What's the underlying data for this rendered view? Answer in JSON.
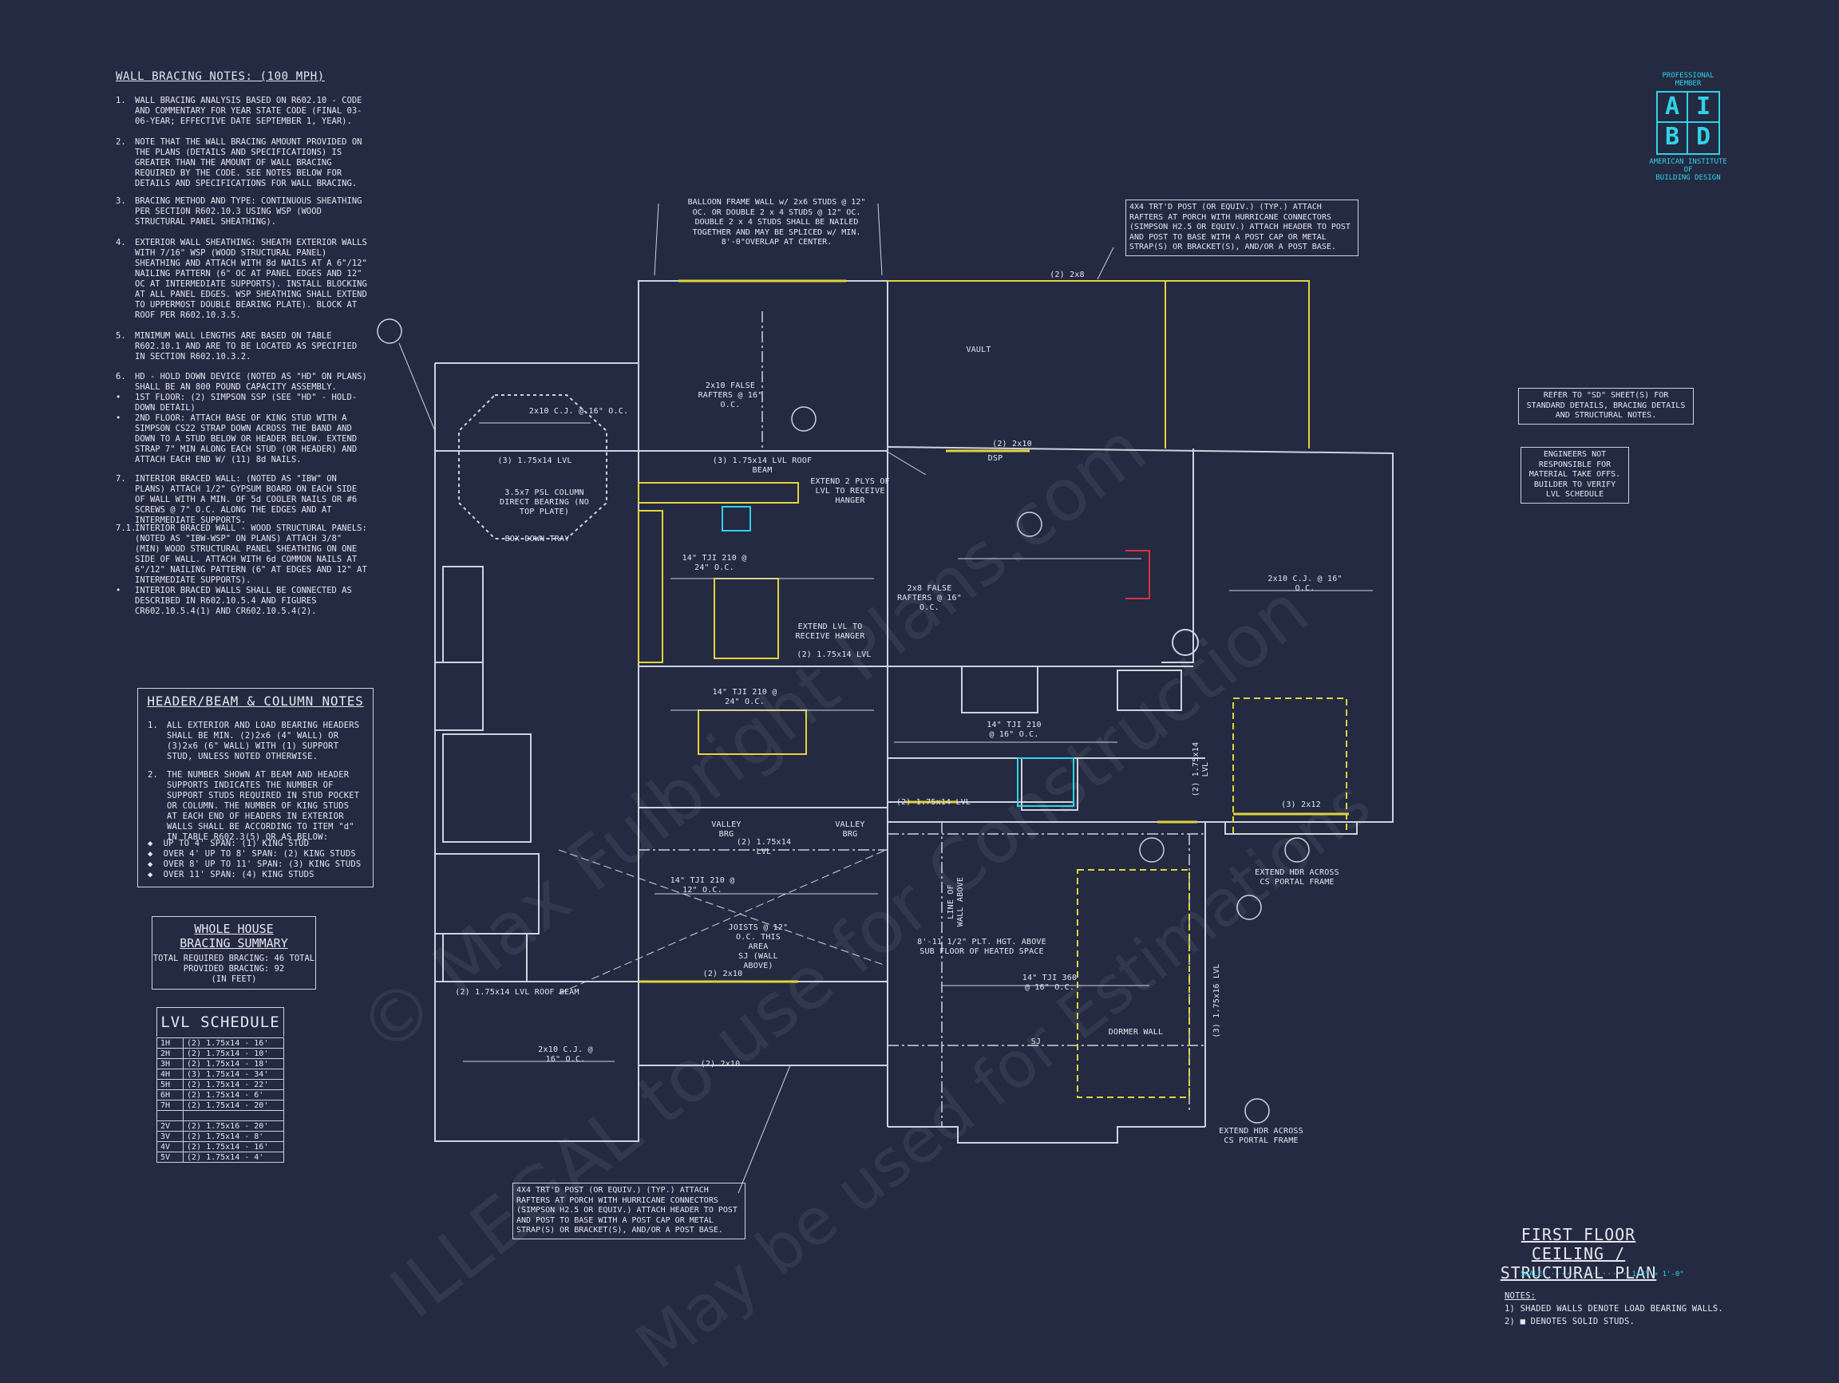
{
  "wall_bracing": {
    "title": "WALL BRACING NOTES: (100 MPH)",
    "notes": [
      {
        "n": "1.",
        "text": "WALL BRACING ANALYSIS BASED ON R602.10 - CODE AND COMMENTARY FOR YEAR STATE CODE (FINAL 03-06-YEAR; EFFECTIVE DATE SEPTEMBER 1, YEAR)."
      },
      {
        "n": "2.",
        "text": "NOTE THAT THE WALL BRACING AMOUNT PROVIDED ON THE PLANS (DETAILS AND SPECIFICATIONS) IS GREATER THAN THE AMOUNT OF WALL BRACING REQUIRED BY THE CODE. SEE NOTES BELOW FOR DETAILS AND SPECIFICATIONS FOR WALL BRACING."
      },
      {
        "n": "3.",
        "text": "BRACING METHOD AND TYPE: CONTINUOUS SHEATHING PER SECTION R602.10.3 USING WSP (WOOD STRUCTURAL PANEL SHEATHING)."
      },
      {
        "n": "4.",
        "text": "EXTERIOR WALL SHEATHING: SHEATH EXTERIOR WALLS WITH 7/16\" WSP (WOOD STRUCTURAL PANEL) SHEATHING AND ATTACH WITH 8d NAILS AT A 6\"/12\" NAILING PATTERN (6\" OC AT PANEL EDGES AND 12\" OC AT INTERMEDIATE SUPPORTS). INSTALL BLOCKING AT ALL PANEL EDGES. WSP SHEATHING SHALL EXTEND TO UPPERMOST DOUBLE BEARING PLATE). BLOCK AT ROOF PER R602.10.3.5."
      },
      {
        "n": "5.",
        "text": "MINIMUM WALL LENGTHS ARE BASED ON TABLE R602.10.1 AND ARE TO BE LOCATED AS SPECIFIED IN SECTION R602.10.3.2."
      },
      {
        "n": "6.",
        "text": "HD - HOLD DOWN DEVICE (NOTED AS \"HD\" ON PLANS) SHALL BE AN 800 POUND CAPACITY ASSEMBLY."
      },
      {
        "n": "•",
        "text": "1ST FLOOR: (2) SIMPSON SSP (SEE \"HD\" - HOLD-DOWN DETAIL)"
      },
      {
        "n": "•",
        "text": "2ND FLOOR: ATTACH BASE OF KING STUD WITH A SIMPSON CS22 STRAP DOWN ACROSS THE BAND AND DOWN TO A STUD BELOW OR HEADER BELOW. EXTEND STRAP 7\" MIN ALONG EACH STUD (OR HEADER) AND ATTACH EACH END W/ (11) 8d NAILS."
      },
      {
        "n": "7.",
        "text": "INTERIOR BRACED WALL: (NOTED AS \"IBW\" ON PLANS) ATTACH 1/2\" GYPSUM BOARD ON EACH SIDE OF WALL WITH A MIN. OF 5d COOLER NAILS OR #6 SCREWS @ 7\" O.C. ALONG THE EDGES AND AT INTERMEDIATE SUPPORTS."
      },
      {
        "n": "7.1.",
        "text": "INTERIOR BRACED WALL - WOOD STRUCTURAL PANELS: (NOTED AS \"IBW-WSP\" ON PLANS) ATTACH 3/8\" (MIN) WOOD STRUCTURAL PANEL SHEATHING ON ONE SIDE OF WALL. ATTACH WITH 6d COMMON NAILS AT 6\"/12\" NAILING PATTERN (6\" AT EDGES AND 12\" AT INTERMEDIATE SUPPORTS)."
      },
      {
        "n": "•",
        "text": "INTERIOR BRACED WALLS SHALL BE CONNECTED AS DESCRIBED IN R602.10.5.4 AND FIGURES CR602.10.5.4(1) AND CR602.10.5.4(2)."
      }
    ]
  },
  "header_notes": {
    "title": "HEADER/BEAM & COLUMN NOTES",
    "n1": "1.",
    "t1": "ALL EXTERIOR AND LOAD BEARING HEADERS SHALL BE MIN. (2)2x6 (4\" WALL) OR (3)2x6 (6\" WALL) WITH (1) SUPPORT STUD, UNLESS NOTED OTHERWISE.",
    "n2": "2.",
    "t2": "THE NUMBER SHOWN AT BEAM AND HEADER SUPPORTS INDICATES THE NUMBER OF SUPPORT STUDS REQUIRED IN STUD POCKET OR COLUMN. THE NUMBER OF KING STUDS AT EACH END OF HEADERS IN EXTERIOR WALLS SHALL BE ACCORDING TO ITEM \"d\" IN TABLE R602.3(5) OR AS BELOW:",
    "items": [
      "UP TO 4' SPAN: (1) KING STUD",
      "OVER 4' UP TO 8' SPAN: (2) KING STUDS",
      "OVER 8' UP TO 11' SPAN: (3) KING STUDS",
      "OVER 11' SPAN: (4) KING STUDS"
    ]
  },
  "bracing_summary": {
    "title": "WHOLE HOUSE BRACING SUMMARY",
    "required": "TOTAL REQUIRED BRACING: 46 TOTAL",
    "provided": "PROVIDED BRACING: 92",
    "unit": "(IN FEET)"
  },
  "lvl_schedule": {
    "title": "LVL SCHEDULE",
    "rows": [
      [
        "1H",
        "(2) 1.75x14 - 16'"
      ],
      [
        "2H",
        "(2) 1.75x14 - 10'"
      ],
      [
        "3H",
        "(2) 1.75x14 - 18'"
      ],
      [
        "4H",
        "(3) 1.75x14 - 34'"
      ],
      [
        "5H",
        "(2) 1.75x14 - 22'"
      ],
      [
        "6H",
        "(2) 1.75x14 - 6'"
      ],
      [
        "7H",
        "(2) 1.75x14 - 20'"
      ],
      [
        "",
        ""
      ],
      [
        "2V",
        "(2) 1.75x16 - 20'"
      ],
      [
        "3V",
        "(2) 1.75x14 - 8'"
      ],
      [
        "4V",
        "(2) 1.75x14 - 16'"
      ],
      [
        "5V",
        "(2) 1.75x14 - 4'"
      ]
    ]
  },
  "logo": {
    "top": "PROFESSIONAL MEMBER",
    "letters": [
      "A",
      "I",
      "B",
      "D"
    ],
    "bottom1": "AMERICAN INSTITUTE",
    "bottom2": "OF",
    "bottom3": "BUILDING DESIGN"
  },
  "callouts": {
    "balloon": "BALLOON FRAME WALL w/ 2x6 STUDS @ 12\" OC. OR DOUBLE 2 x 4 STUDS @ 12\" OC. DOUBLE 2 x 4 STUDS SHALL BE NAILED TOGETHER AND MAY BE SPLICED w/ MIN. 8'-0\"OVERLAP AT CENTER.",
    "post_top": "4X4 TRT'D POST (OR EQUIV.) (TYP.) ATTACH RAFTERS AT PORCH WITH HURRICANE CONNECTORS (SIMPSON H2.5 OR EQUIV.) ATTACH HEADER TO POST AND POST TO BASE WITH A POST CAP OR METAL STRAP(S) OR BRACKET(S), AND/OR A POST BASE.",
    "post_bottom": "4X4 TRT'D POST (OR EQUIV.) (TYP.) ATTACH RAFTERS AT PORCH WITH HURRICANE CONNECTORS (SIMPSON H2.5 OR EQUIV.) ATTACH HEADER TO POST AND POST TO BASE WITH A POST CAP OR METAL STRAP(S) OR BRACKET(S), AND/OR A POST BASE.",
    "refer": "REFER TO \"SD\" SHEET(S) FOR STANDARD DETAILS, BRACING DETAILS AND STRUCTURAL NOTES.",
    "engineers": "ENGINEERS NOT RESPONSIBLE FOR MATERIAL TAKE OFFS. BUILDER TO VERIFY LVL SCHEDULE"
  },
  "plan_labels": [
    "2x10 C.J. @ 16\" O.C.",
    "(3) 1.75x14 LVL",
    "3.5x7 PSL COLUMN DIRECT BEARING (NO TOP PLATE)",
    "BOX DOWN TRAY",
    "2x10 FALSE RAFTERS @ 16\" O.C.",
    "(3) 1.75x14 LVL ROOF BEAM",
    "EXTEND 2 PLYS OF LVL TO RECEIVE HANGER",
    "14\" TJI 210 @ 24\" O.C.",
    "2x8 FALSE RAFTERS @ 16\" O.C.",
    "EXTEND LVL TO RECEIVE HANGER",
    "(2) 1.75x14 LVL",
    "2x10 C.J. @ 16\" O.C.",
    "14\" TJI 210 @ 24\" O.C.",
    "14\" TJI 210 @ 16\" O.C.",
    "(2) 1.75x14 LVL",
    "VALLEY BRG",
    "VALLEY BRG",
    "(2) 1.75x14 LVL",
    "14\" TJI 210 @ 12\" O.C.",
    "JOISTS @ 12\" O.C. THIS AREA",
    "SJ (WALL ABOVE)",
    "(2) 2x10",
    "(2) 1.75x14 LVL ROOF BEAM",
    "8'-11 1/2\" PLT. HGT. ABOVE SUB FLOOR OF HEATED SPACE",
    "14\" TJI 360 @ 16\" O.C.",
    "DORMER WALL",
    "SJ",
    "2x10 C.J. @ 16\" O.C.",
    "(2) 2x10",
    "EXTEND HDR ACROSS CS PORTAL FRAME",
    "EXTEND HDR ACROSS CS PORTAL FRAME",
    "(3) 2x12",
    "(2) 2x8",
    "(2) 2x10",
    "DSP",
    "VAULT",
    "LINE OF WALL ABOVE",
    "(3) 1.75x16 LVL",
    "(2) 1.75x14 LVL"
  ],
  "sheet": {
    "title1": "FIRST FLOOR CEILING /",
    "title2": "STRUCTURAL PLAN",
    "scale_label": "SCALE:",
    "scale": "1/4\" = 1'-0\"",
    "notes_title": "NOTES:",
    "note1": "1) SHADED WALLS DENOTE LOAD BEARING WALLS.",
    "note2": "2) ■ DENOTES SOLID STUDS."
  },
  "watermark": {
    "line1": "© Max Fulbright Plans.com",
    "line2": "ILLEGAL to use for Construction",
    "line3": "May be used for Estimations"
  },
  "colors": {
    "background": "#232a42",
    "line": "#cfd3dc",
    "yellow": "#e3d33a",
    "cyan": "#2fd3e6",
    "red": "#e0303a"
  }
}
